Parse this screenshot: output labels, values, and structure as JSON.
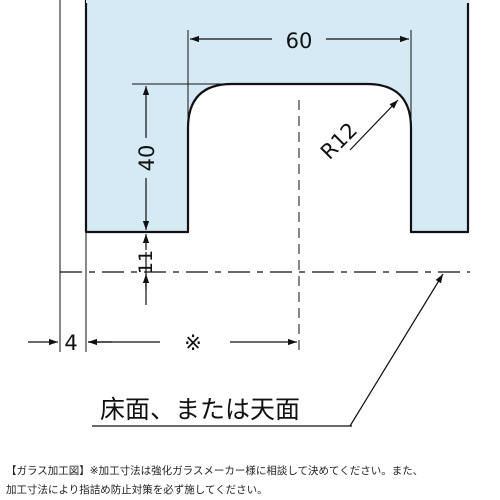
{
  "dimensions": {
    "width": "60",
    "height": "40",
    "radius": "R12",
    "clearance": "11",
    "edge_offset": "4",
    "reference_mark": "※"
  },
  "callout": {
    "label": "床面、または天面"
  },
  "caption": {
    "line1": "【ガラス加工図】※加工寸法は強化ガラスメーカー様に相談して決めてください。また、",
    "line2": "加工寸法により指詰め防止対策を必ず施してください。"
  },
  "colors": {
    "glass_fill": "#d6eaf5",
    "line": "#111111"
  }
}
